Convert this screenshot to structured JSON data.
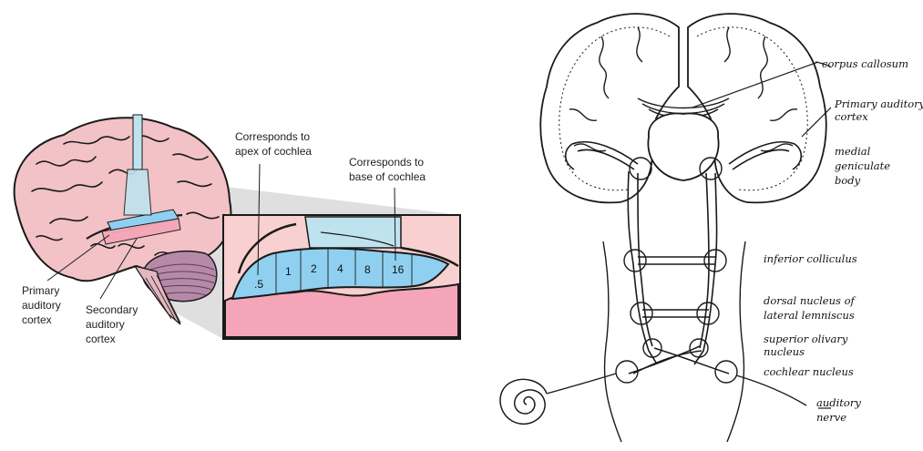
{
  "left_panel": {
    "labels": {
      "primary_1": "Primary",
      "primary_2": "auditory",
      "primary_3": "cortex",
      "secondary_1": "Secondary",
      "secondary_2": "auditory",
      "secondary_3": "cortex",
      "apex_1": "Corresponds to",
      "apex_2": "apex of cochlea",
      "base_1": "Corresponds to",
      "base_2": "base of cochlea"
    },
    "bands": [
      ".5",
      "1",
      "2",
      "4",
      "8",
      "16"
    ]
  },
  "right_panel": {
    "labels": {
      "corpus_callosum": "corpus callosum",
      "primary_1": "Primary auditory",
      "primary_2": "cortex",
      "mgb_1": "medial",
      "mgb_2": "geniculate",
      "mgb_3": "body",
      "inferior_colliculus": "inferior colliculus",
      "dnll_1": "dorsal nucleus of",
      "dnll_2": "lateral lemniscus",
      "soc_1": "superior olivary",
      "soc_2": "nucleus",
      "cochlear_nucleus": "cochlear nucleus",
      "auditory_nerve_1": "auditory",
      "auditory_nerve_2": "nerve"
    }
  },
  "colors": {
    "brain_pink": "#f2c2c6",
    "cortex_pink": "#f4a6b8",
    "tonotopic_blue": "#8fd0f0",
    "probe_blue": "#bfe3ee",
    "inset_bg": "#f7d0cf",
    "cerebellum": "#b58aa8",
    "ink": "#1a1a1a"
  }
}
